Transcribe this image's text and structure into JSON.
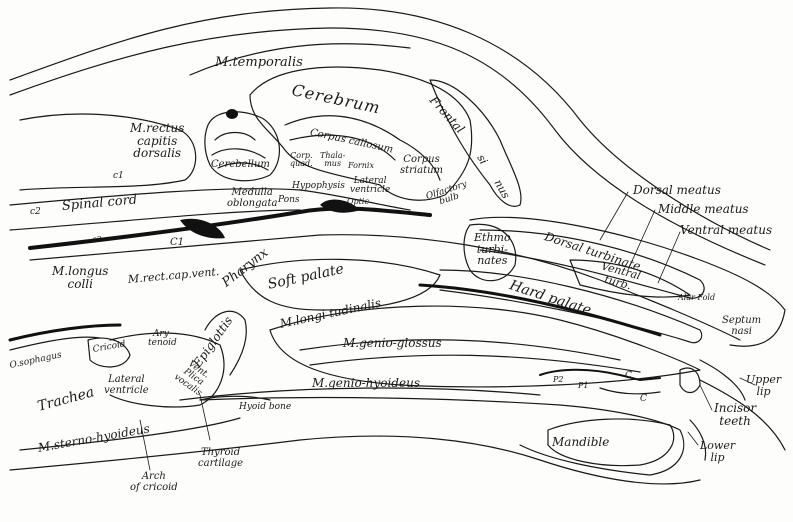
{
  "colors": {
    "ink": "#1a1a1a",
    "paper": "#fdfdfb",
    "fill": "#111111"
  },
  "labels": {
    "m_temporalis": "M.temporalis",
    "cerebrum": "Cerebrum",
    "frontal_sinus_1": "Frontal",
    "frontal_sinus_2": "si",
    "frontal_sinus_3": "nus",
    "corpus_callosum": "Corpus callosum",
    "m_rectus_capitis_dorsalis": "M.rectus\ncapitis\ndorsalis",
    "cerebellum": "Cerebellum",
    "corp_quad": "Corp.\nquad.",
    "thalamus": "Thala-\nmus",
    "fornix": "Fornix",
    "corpus_striatum": "Corpus\nstriatum",
    "lateral_ventricle_brain": "Lateral\nventricle",
    "hypophysis": "Hypophysis",
    "medulla_oblongata": "Medulla\noblongata",
    "pons": "Pons",
    "optic": "Optic",
    "olfactory_bulb": "Olfactory\nbulb",
    "c1_upper": "c1",
    "c2_upper": "c2",
    "spinal_cord": "Spinal cord",
    "c2_lower": "c2",
    "c1_lower": "C1",
    "dorsal_meatus": "Dorsal meatus",
    "middle_meatus": "Middle meatus",
    "ventral_meatus": "Ventral meatus",
    "ethmo_turbinates": "Ethmo\nturbi-\nnates",
    "dorsal_turbinate": "Dorsal turbinate",
    "ventral_turb": "Ventral\nturb.",
    "alar_fold": "Alar Fold",
    "septum_nasi": "Septum\nnasi",
    "m_longus_colli": "M.longus\ncolli",
    "m_rect_cap_vent": "M.rect.cap.vent.",
    "pharynx": "Pharynx",
    "soft_palate": "Soft palate",
    "hard_palate": "Hard palate",
    "m_longitudinalis": "M.longi tudinalis",
    "m_genio_glossus": "M.genio-glossus",
    "m_genio_hyoideus": "M.genio-hyoideus",
    "oesophagus": "O.sophagus",
    "cricoid": "Cricoid",
    "arytenoid": "Ary-\ntenoid",
    "epiglottis": "Epiglottis",
    "vent_plica_vocalis": "Vent.\nPlica\nvocalis",
    "trachea": "Trachea",
    "lateral_ventricle_larynx": "Lateral\nventricle",
    "hyoid_bone": "Hyoid bone",
    "m_sterno_hyoideus": "M.sterno-hyoideus",
    "thyroid_cartilage": "Thyroid\ncartilage",
    "arch_of_cricoid": "Arch\nof cricoid",
    "mandible": "Mandible",
    "upper_lip": "Upper\nlip",
    "incisor_teeth": "Incisor\nteeth",
    "lower_lip": "Lower\nlip",
    "tooth_p2": "P2",
    "tooth_p1": "P1",
    "tooth_c_upper": "C",
    "tooth_c_lower": "C"
  }
}
